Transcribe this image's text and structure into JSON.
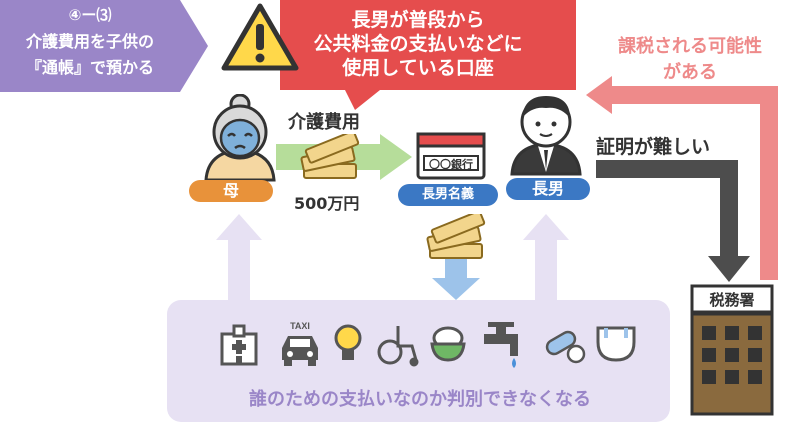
{
  "tag": {
    "line1": "④ー⑶",
    "line2": "介護費用を子供の",
    "line3": "『通帳』で預かる"
  },
  "callout": {
    "line1": "長男が普段から",
    "line2": "公共料金の支払いなどに",
    "line3": "使用している口座"
  },
  "risk": {
    "line1": "課税される可能性",
    "line2": "がある"
  },
  "flow": {
    "care_label": "介護費用",
    "amount": "500万円",
    "proof_label": "証明が難しい"
  },
  "people": {
    "mother": "母",
    "son": "長男"
  },
  "bank": {
    "card_text": "〇〇銀行",
    "account_label": "長男名義"
  },
  "tax_office": {
    "label": "税務署"
  },
  "bottom": {
    "message": "誰のための支払いなのか判別できなくなる",
    "taxi_label": "TAXI"
  },
  "colors": {
    "purple": "#e7e1f3",
    "purple_text": "#9a86c8",
    "red": "#e54d4d",
    "pink": "#ee8a8a",
    "orange": "#e8923a",
    "blue": "#3b78c4",
    "green": "#b6dd9a"
  }
}
